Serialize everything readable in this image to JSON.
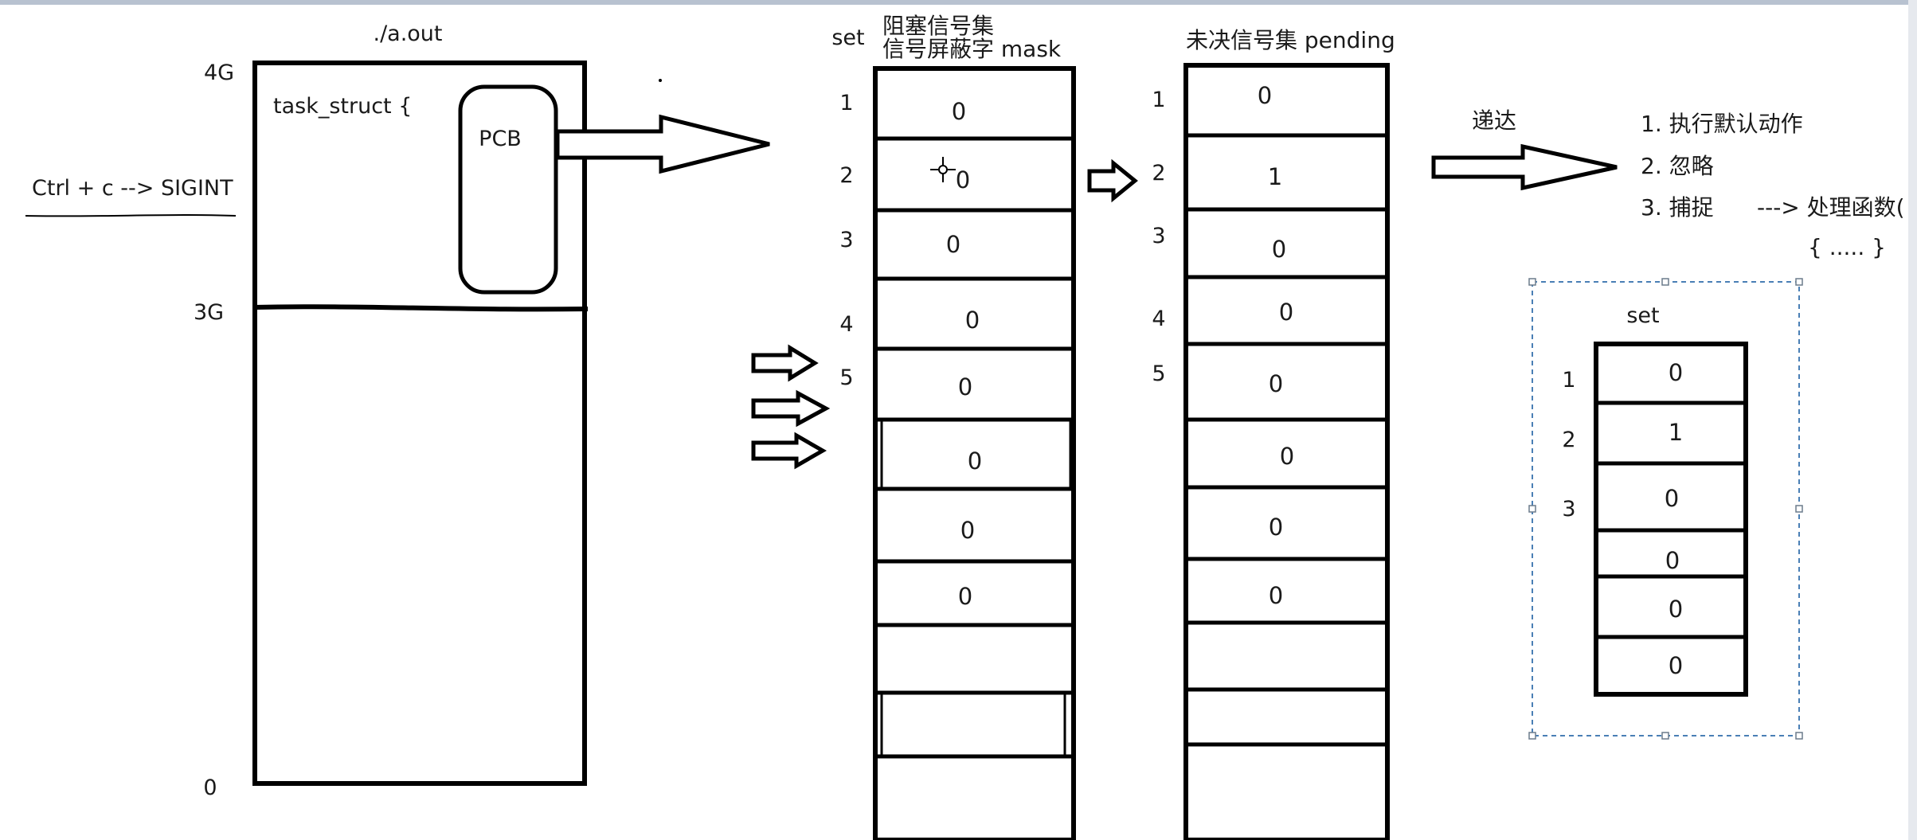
{
  "memory": {
    "title": "./a.out",
    "marks": [
      "4G",
      "3G",
      "0"
    ],
    "task_struct": "task_struct {",
    "pcb": "PCB",
    "ctrl_c": "Ctrl + c --> SIGINT"
  },
  "mask": {
    "set_label": "set",
    "title_line1": "阻塞信号集",
    "title_line2": "信号屏蔽字 mask",
    "row_numbers": [
      "1",
      "2",
      "3",
      "4",
      "5"
    ],
    "values": [
      "0",
      "0",
      "0",
      "0",
      "0",
      "0",
      "0",
      "0"
    ],
    "total_rows": 11
  },
  "pending": {
    "title": "未决信号集 pending",
    "row_numbers": [
      "1",
      "2",
      "3",
      "4",
      "5"
    ],
    "values": [
      "0",
      "1",
      "0",
      "0",
      "0",
      "0",
      "0",
      "0"
    ],
    "total_rows": 11
  },
  "delivery": {
    "label": "递达",
    "options": [
      "1. 执行默认动作",
      "2. 忽略",
      "3. 捕捉"
    ],
    "handler": "---> 处理函数(",
    "braces": "{ ..... }"
  },
  "set": {
    "label": "set",
    "row_numbers": [
      "1",
      "2",
      "3"
    ],
    "values": [
      "0",
      "1",
      "0",
      "0",
      "0",
      "0"
    ]
  },
  "colors": {
    "stroke": "#000000",
    "selection": "#4a7fb5",
    "top_border": "#7a8aa0"
  }
}
